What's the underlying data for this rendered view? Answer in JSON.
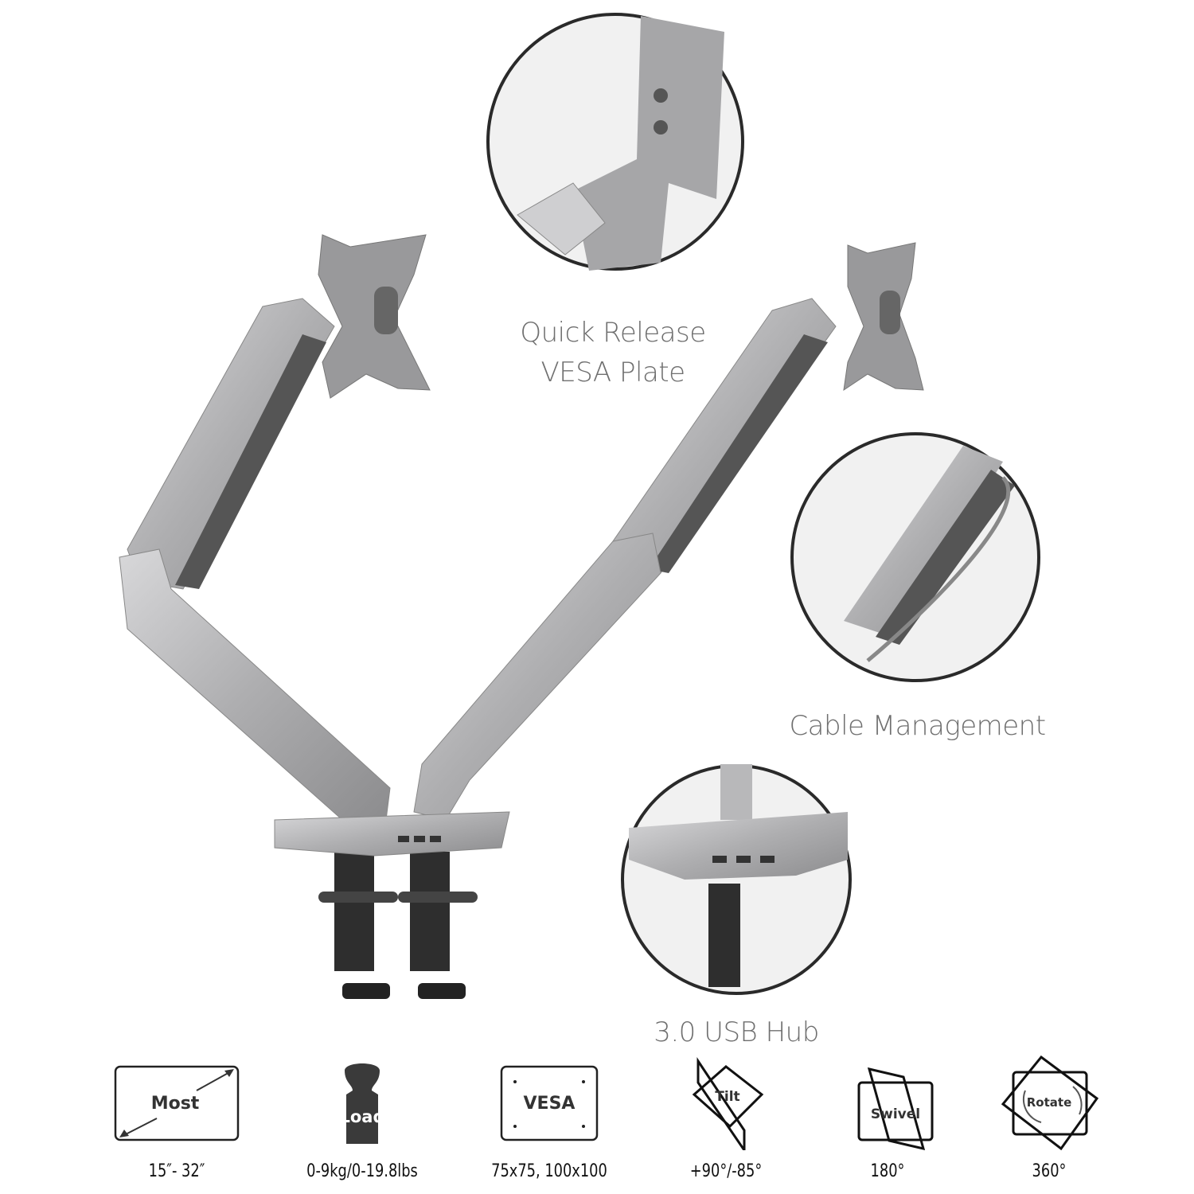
{
  "features": {
    "vesa": [
      "Quick Release",
      "VESA Plate"
    ],
    "cable": "Cable Management",
    "usb": "3.0 USB Hub"
  },
  "specs": [
    {
      "icon": "screen-size-icon",
      "icon_text": "Most",
      "value": "15″- 32″"
    },
    {
      "icon": "weight-icon",
      "icon_text": "Load",
      "value": "0-9kg/0-19.8lbs"
    },
    {
      "icon": "vesa-icon",
      "icon_text": "VESA",
      "value": "75x75, 100x100"
    },
    {
      "icon": "tilt-icon",
      "icon_text": "Tilt",
      "value": "+90°/-85°"
    },
    {
      "icon": "swivel-icon",
      "icon_text": "Swivel",
      "value": "180°"
    },
    {
      "icon": "rotate-icon",
      "icon_text": "Rotate",
      "value": "360°"
    }
  ],
  "colors": {
    "silver": "#b4b4b6",
    "dark": "#3a3a3a",
    "text": "#6f6f6f"
  }
}
